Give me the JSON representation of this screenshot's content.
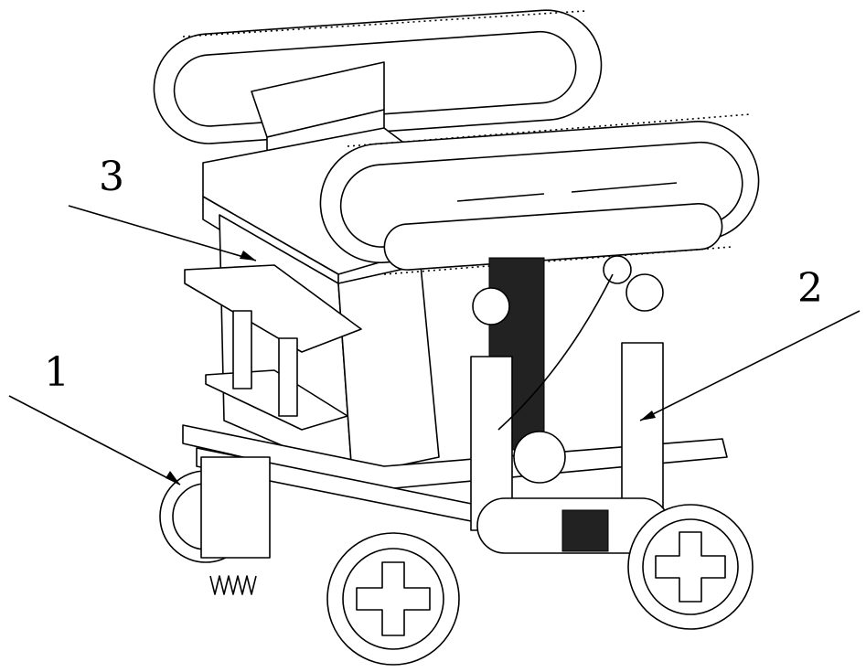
{
  "figure": {
    "labels": {
      "part_1": "1",
      "part_2": "2",
      "part_3": "3"
    }
  }
}
